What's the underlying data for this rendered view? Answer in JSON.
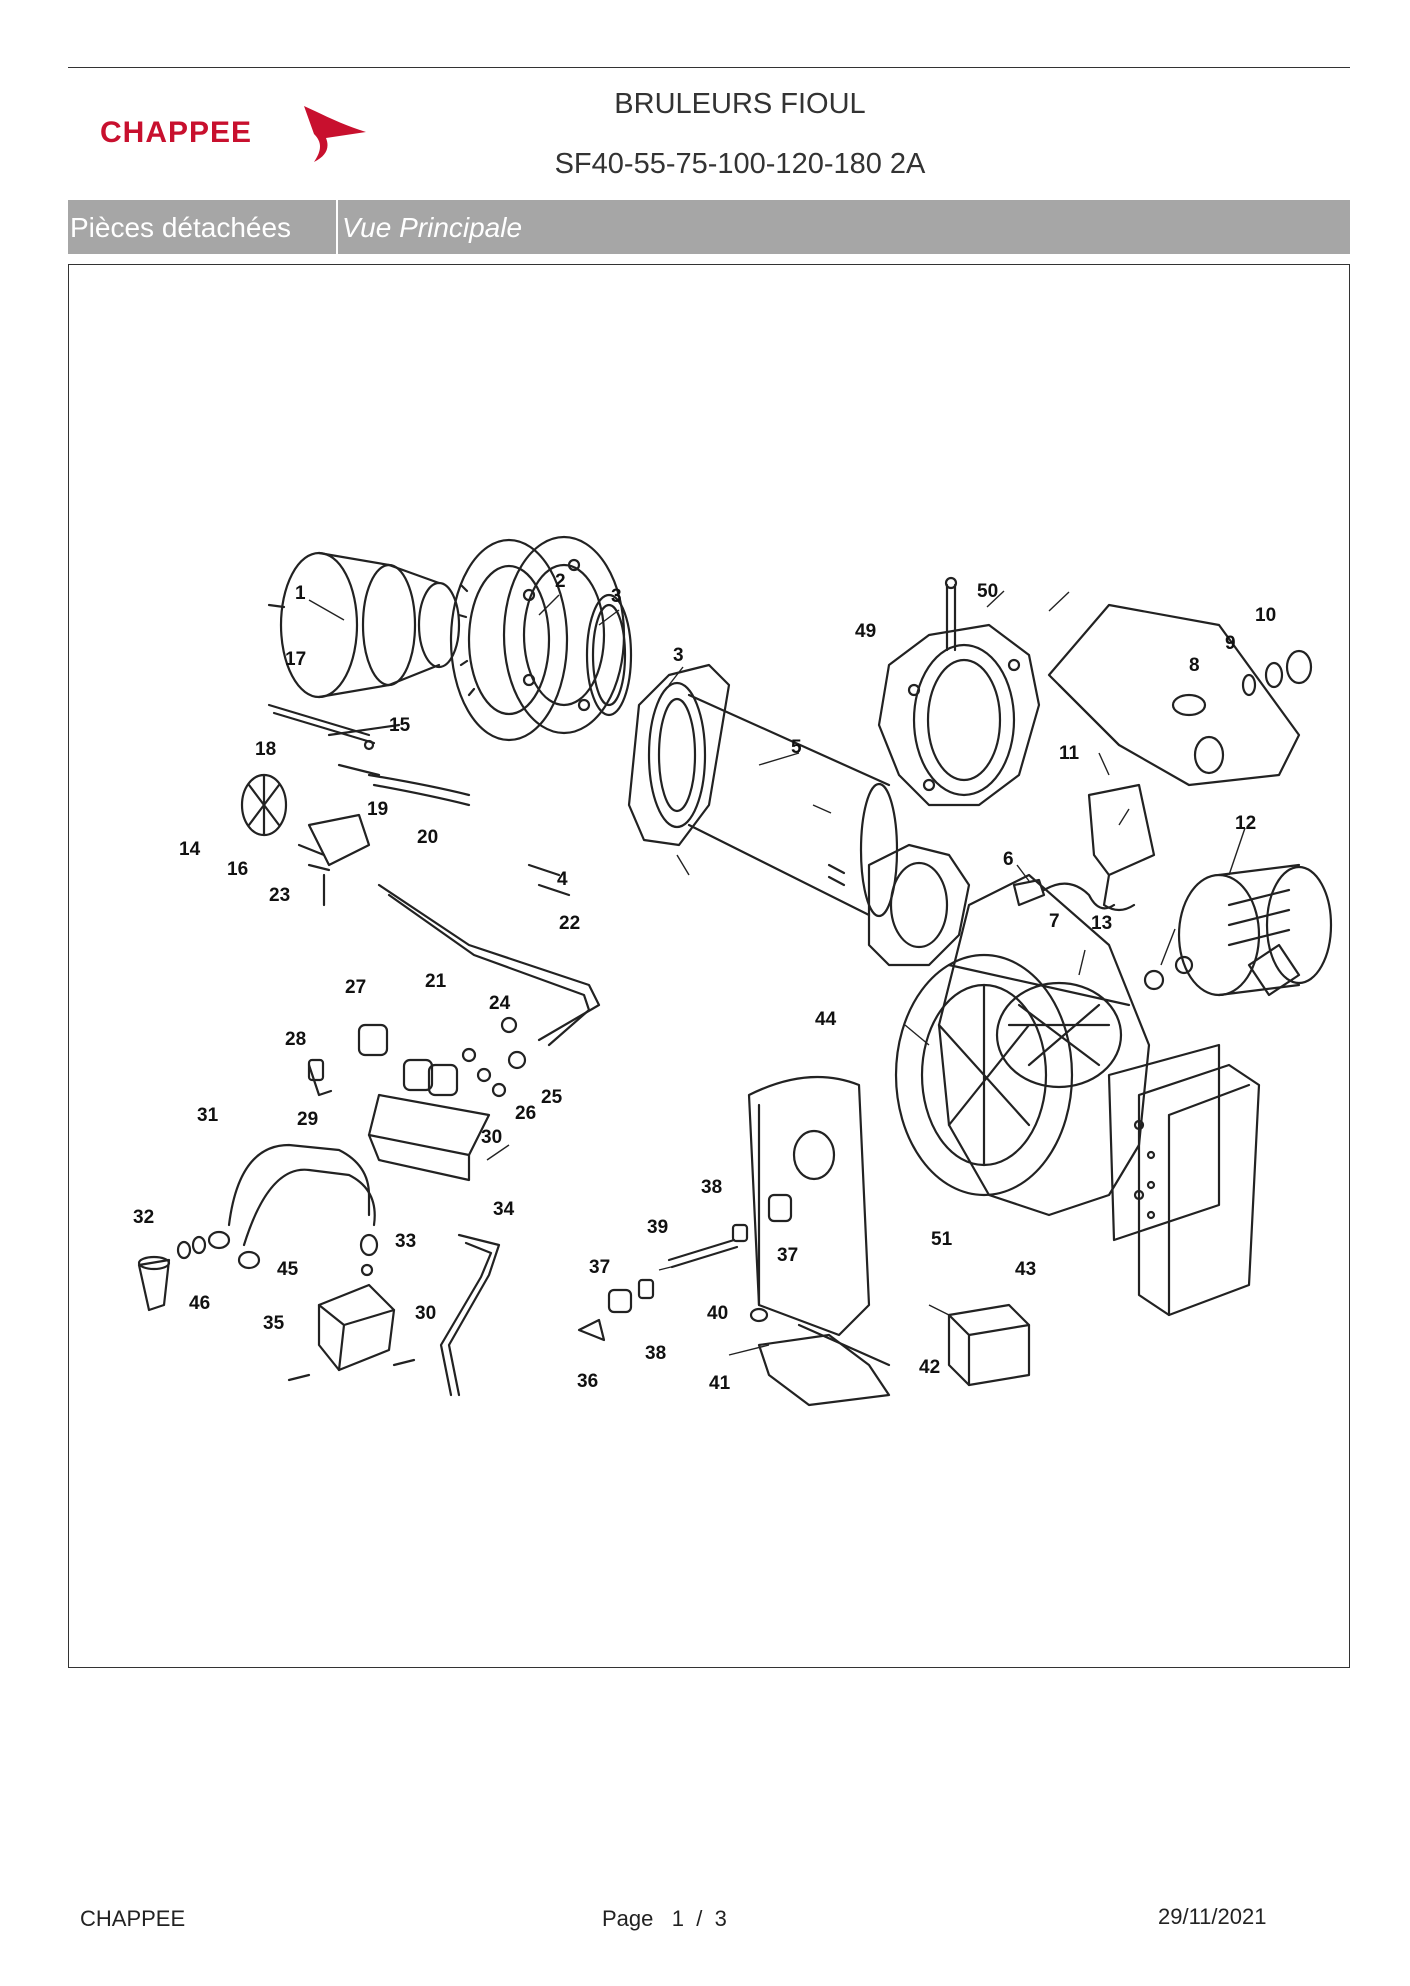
{
  "header": {
    "brand": "CHAPPEE",
    "title": "BRULEURS FIOUL",
    "model": "SF40-55-75-100-120-180 2A"
  },
  "section_bar": {
    "label": "Pièces détachées",
    "view": "Vue Principale"
  },
  "diagram": {
    "part_numbers": [
      "1",
      "2",
      "3",
      "3",
      "4",
      "5",
      "6",
      "7",
      "8",
      "9",
      "10",
      "11",
      "12",
      "13",
      "14",
      "15",
      "16",
      "17",
      "18",
      "19",
      "20",
      "21",
      "22",
      "23",
      "24",
      "25",
      "26",
      "27",
      "28",
      "29",
      "30",
      "30",
      "31",
      "32",
      "33",
      "34",
      "35",
      "36",
      "37",
      "37",
      "38",
      "38",
      "39",
      "40",
      "41",
      "42",
      "43",
      "44",
      "45",
      "46",
      "49",
      "50",
      "51"
    ]
  },
  "footer": {
    "company": "CHAPPEE",
    "page_label": "Page",
    "page_current": "1",
    "page_sep": "/",
    "page_total": "3",
    "date": "29/11/2021"
  },
  "colors": {
    "brand_red": "#c8102e",
    "bar_gray": "#a6a6a6"
  }
}
